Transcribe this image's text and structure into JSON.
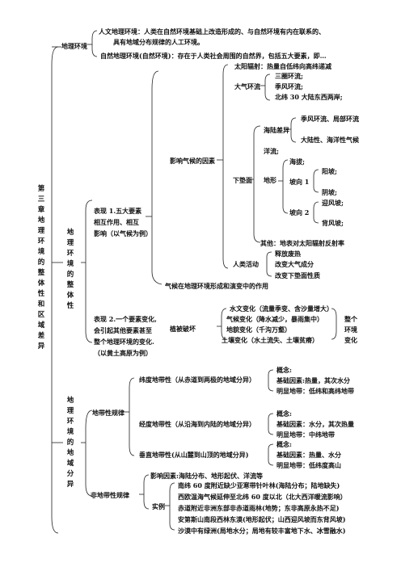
{
  "chapter": "第三章 地理环境的整体性和区域差异",
  "geo_env": {
    "title": "地理环境",
    "human": "人文地理环境：人类在自然环境基础上改造形成的、与自然环境有内在联系的、",
    "human2": "具有地域分布规律的人工环境。",
    "natural": "自然地理环境(自然环境)：存在于人类社会周围的自然界，包括五大要素，即…"
  },
  "wholeness": {
    "title": "地理环境的整体性",
    "p1": [
      "表现 1.五大要素",
      "相互作用、相互",
      "影响（以气候为例）"
    ],
    "climate_factors": "影响气候的因素",
    "sun": "太阳辐射：热量自低纬向高纬递减",
    "atm": "大气环流",
    "atm_items": [
      "三圈环流;",
      "季风环流;",
      "北纬 30 大陆东西两岸;"
    ],
    "land_sea": "海陆差异",
    "land_sea_items": [
      "季风环流、局部环流",
      "大陆性、海洋性气候"
    ],
    "current": "洋流;",
    "surface": "下垫面",
    "terrain": "地形",
    "altitude": "海拔;",
    "windward1": "坡向 1",
    "sunny": "阳坡;",
    "shady": "阴坡;",
    "windward2": "坡向 2",
    "windward": "迎风坡;",
    "leeward": "背风坡;",
    "other": "其他：地表对太阳辐射反射率",
    "human": "人类活动",
    "human_items": [
      "释放废热",
      "改变大气成分",
      "改变下垫面性质"
    ],
    "climate_role": "气候在地理环境形成和演变中的作用",
    "p2": [
      "表现 2.一个要素变化,",
      "会引起其他要素甚至",
      "整个地理环境的变化.",
      "（以黄土高原为例）"
    ],
    "veg": "植被破坏",
    "chain": [
      "水文变化（流量季变、含沙量增大）",
      "气候变化（降水减少，暴雨集中）",
      "地貌变化（千沟万壑）",
      "土壤变化（水土流失、土壤贫瘠）"
    ],
    "whole": [
      "整个",
      "环境",
      "变化"
    ]
  },
  "diff": {
    "title": "地理环境的地域分异",
    "zonal": "地带性规律",
    "lat": "纬度地带性（从赤道到两极的地域分异）",
    "lat_items": [
      "概念:",
      "基础因素:热量，其次水分",
      "明显地带：低纬和高纬地带"
    ],
    "lon": "经度地带性（从沿海到内陆的地域分异）",
    "lon_items": [
      "概念:",
      "基础因素：水分，其次热量",
      "明显地带：中纬地带"
    ],
    "vert": "垂直地带性(从山麓到山顶的地域分异)",
    "vert_items": [
      "概念:",
      "基础因素：热量、水分",
      "明显地带：低纬度高山"
    ],
    "nonzonal": "非地带性规律",
    "factors": "影响因素:海陆分布、地形起伏、洋流等",
    "example": "实例",
    "examples": [
      "南纬 60 度附近缺少亚寒带针叶林(海陆分布；陆地缺失)",
      "西欧温海气候延伸至北纬 60 度以北（北大西洋暖流影响）",
      "赤道附近非洲东部非赤道雨林(地势；东非高原永热不足)",
      "安第斯山南段西林东漠(地形起伏；山西迎风坡而东背风坡)",
      "沙漠中有绿洲(局地水分；局地有较丰富地下水、冰雪融水)"
    ]
  }
}
